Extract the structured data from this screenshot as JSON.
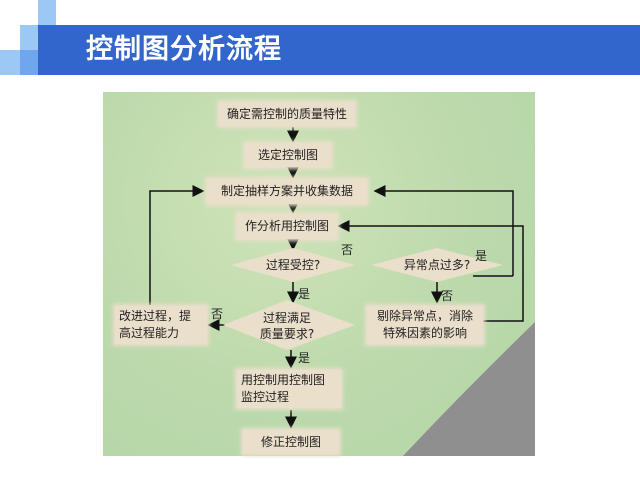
{
  "header": {
    "title": "控制图分析流程",
    "accent": "#3366cc"
  },
  "flow": {
    "step1": "确定需控制的质量特性",
    "step2": "选定控制图",
    "step3": "制定抽样方案并收集数据",
    "step4": "作分析用控制图",
    "decision1": "过程受控?",
    "decision2": "异常点过多?",
    "decision3_l1": "过程满足",
    "decision3_l2": "质量要求?",
    "improve_l1": "改进过程，提",
    "improve_l2": "高过程能力",
    "remove_l1": "剔除异常点，消除",
    "remove_l2": "特殊因素的影响",
    "monitor_l1": "用控制用控制图",
    "monitor_l2": "监控过程",
    "final": "修正控制图",
    "yes": "是",
    "no": "否"
  }
}
